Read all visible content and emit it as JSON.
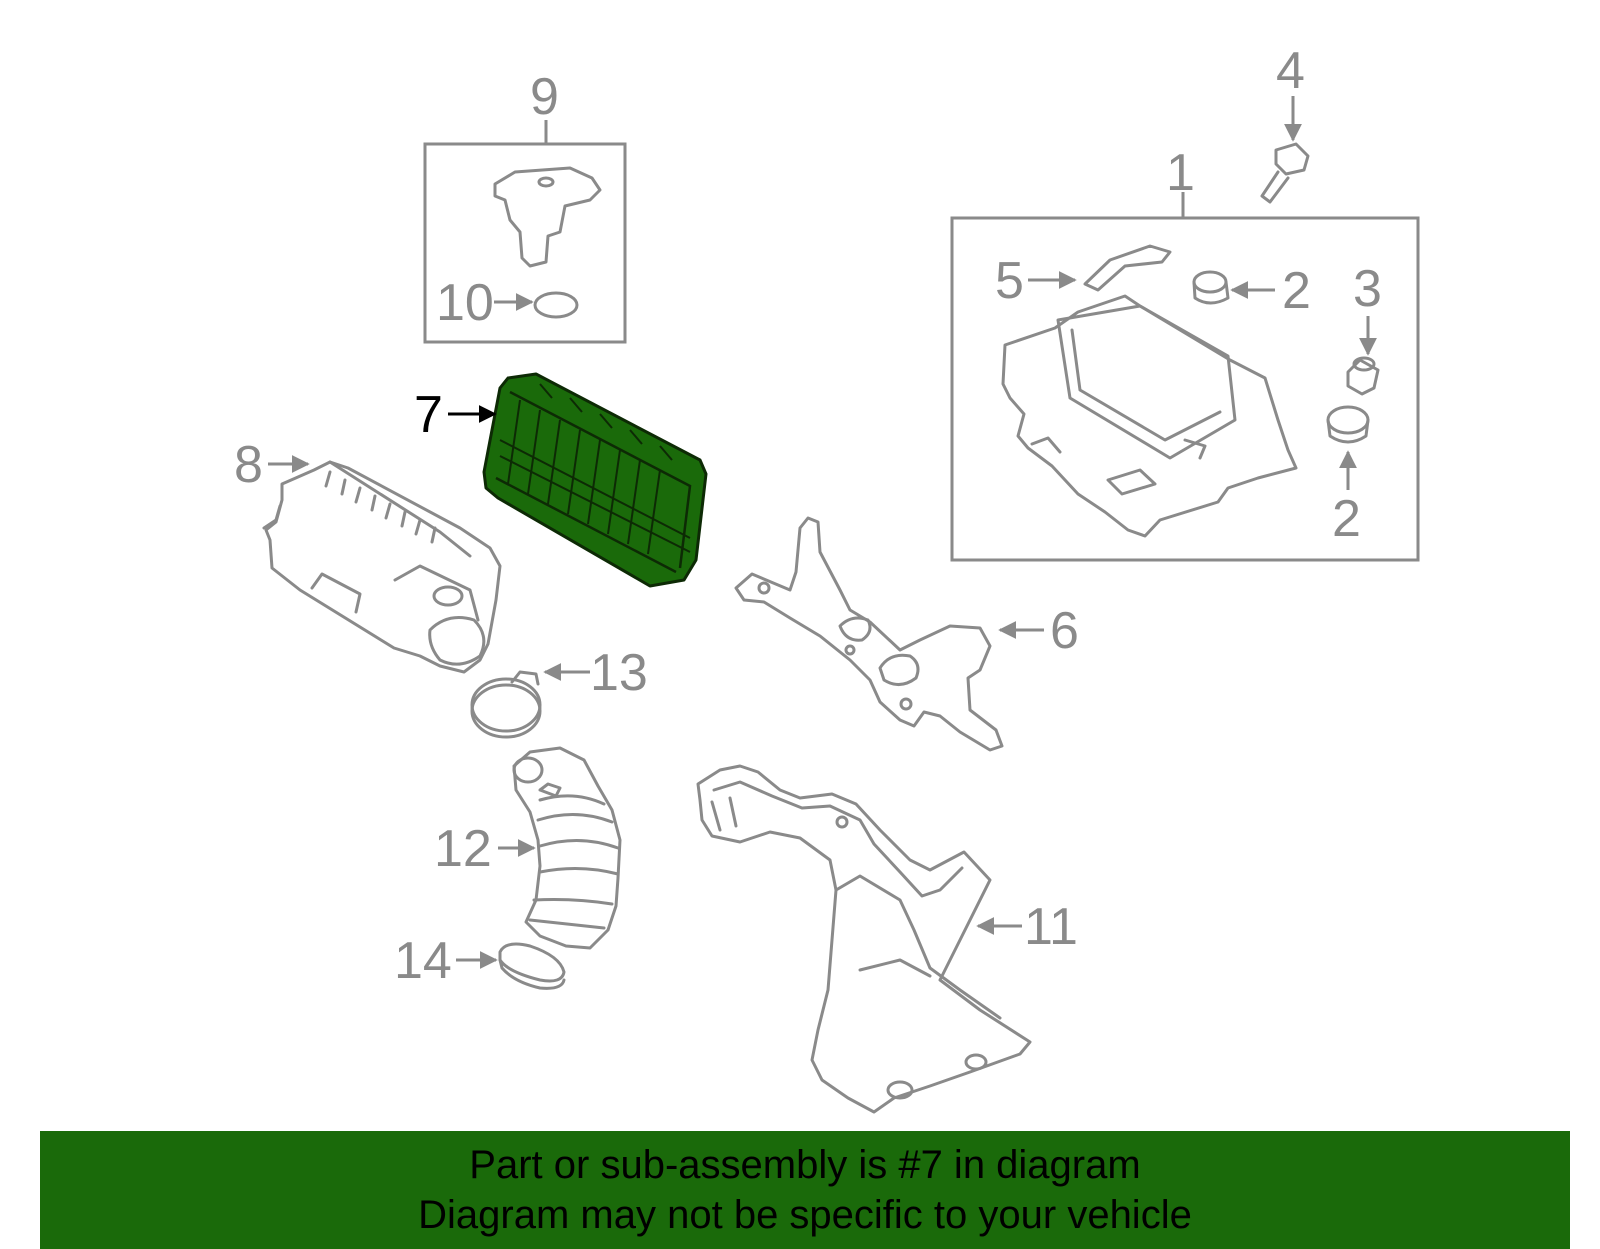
{
  "colors": {
    "highlight_fill": "#1a6a0a",
    "highlight_stroke": "#0d2a05",
    "part_stroke": "#8a8a8a",
    "banner_bg": "#1a6a0a"
  },
  "callouts": {
    "c1": "1",
    "c2a": "2",
    "c2b": "2",
    "c3": "3",
    "c4": "4",
    "c5": "5",
    "c6": "6",
    "c7": "7",
    "c8": "8",
    "c9": "9",
    "c10": "10",
    "c11": "11",
    "c12": "12",
    "c13": "13",
    "c14": "14"
  },
  "banner": {
    "line1": "Part or sub-assembly is #7 in diagram",
    "line2": "Diagram may not be specific to your vehicle"
  }
}
